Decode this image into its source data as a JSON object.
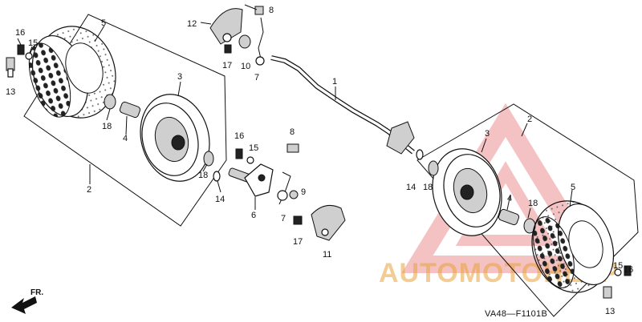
{
  "diagram_code": "VA48—F1101B",
  "direction_label": "FR.",
  "watermark": {
    "text": "AUTOMOTOHELP",
    "color": "#e05050",
    "text_color": "#e8a43a"
  },
  "callouts": {
    "p1": "1",
    "p2_left": "2",
    "p2_right": "2",
    "p3_left": "3",
    "p3_right": "3",
    "p4_left": "4",
    "p4_right": "4",
    "p5_left": "5",
    "p5_right": "5",
    "p6": "6",
    "p7_top": "7",
    "p7_mid": "7",
    "p8_top": "8",
    "p8_mid": "8",
    "p9": "9",
    "p10": "10",
    "p11": "11",
    "p12": "12",
    "p13_left": "13",
    "p13_right": "13",
    "p14_left": "14",
    "p14_right": "14",
    "p15_left": "15",
    "p15_mid": "15",
    "p15_right": "15",
    "p16_left": "16",
    "p16_mid": "16",
    "p16_right": "16",
    "p17_top": "17",
    "p17_mid": "17",
    "p18_left_a": "18",
    "p18_left_b": "18",
    "p18_right_a": "18",
    "p18_right_b": "18"
  }
}
